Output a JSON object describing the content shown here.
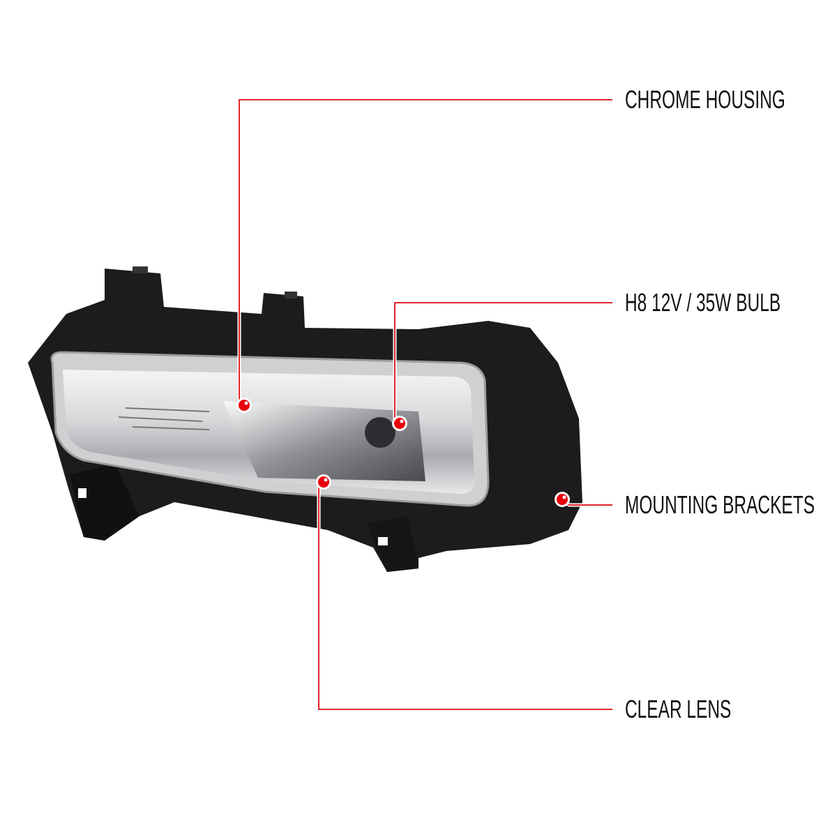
{
  "callouts": [
    {
      "id": "chrome-housing",
      "label": "CHROME HOUSING"
    },
    {
      "id": "bulb",
      "label": "H8 12V / 35W BULB"
    },
    {
      "id": "mounting-brackets",
      "label": "MOUNTING BRACKETS"
    },
    {
      "id": "clear-lens",
      "label": "CLEAR LENS"
    }
  ],
  "colors": {
    "callout_line": "#e0262b",
    "callout_dot": "#e8000b",
    "housing": "#1c1c1c",
    "lens": "#d9dadc"
  }
}
